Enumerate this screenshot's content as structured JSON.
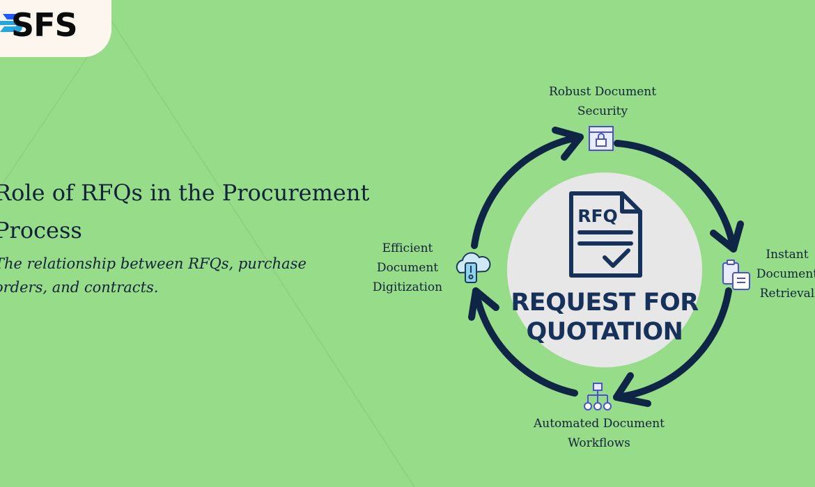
{
  "logo": {
    "text": "SFS"
  },
  "headline": "Role of RFQs in the Procurement Process",
  "subheadline": "The relationship between RFQs, purchase orders, and contracts.",
  "diagram": {
    "center": {
      "doc_label": "RFQ",
      "title": "REQUEST FOR QUOTATION"
    },
    "nodes": [
      {
        "id": "top",
        "label": "Robust Document Security",
        "icon": "lock-window-icon"
      },
      {
        "id": "right",
        "label": "Instant Document Retrieval",
        "icon": "clipboard-document-icon"
      },
      {
        "id": "bottom",
        "label": "Automated Document Workflows",
        "icon": "org-chart-icon"
      },
      {
        "id": "left",
        "label": "Efficient Document Digitization",
        "icon": "cloud-phone-icon"
      }
    ]
  },
  "colors": {
    "background": "#97dc88",
    "logo_card": "#fdf6ee",
    "navy": "#0f2545",
    "center_circle": "#e7e7e7",
    "icon_blue": "#4a4fd6"
  }
}
